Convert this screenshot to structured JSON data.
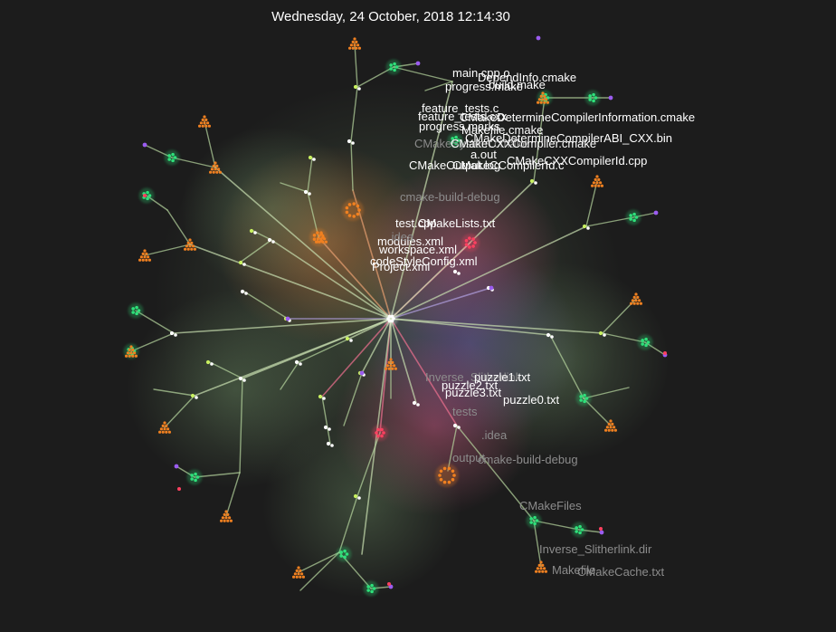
{
  "header": {
    "timestamp": "Wednesday, 24 October, 2018 12:14:30"
  },
  "colors": {
    "background": "#1c1c1c",
    "edge": "#b8d7a0",
    "node_green": "#2ee07a",
    "node_orange": "#f08020",
    "node_white": "#ffffff",
    "node_lime": "#c8f060",
    "node_purple": "#9b5cf0",
    "node_red": "#ff4060",
    "label_bright": "#ffffff",
    "label_dim": "#8c8c8c"
  },
  "labels": [
    "main.cpp.o",
    "DependInfo.cmake",
    "build.make",
    "progress.make",
    "feature_tests.c",
    "feature_tests.cxx",
    "CMakeDetermineCompilerInformation.cmake",
    "progress.marks",
    "Makefile.cmake",
    "CMakeDetermineCompilerABI_CXX.bin",
    "CMakeSystem.cmake",
    "CMakeCXXCompiler.cmake",
    "a.out",
    "CMakeCXXCompilerId.cpp",
    "CMakeCCompilerId.c",
    "CMakeOutput.log",
    "cmake-build-debug",
    "CMakeLists.txt",
    "test.cpp",
    "modules.xml",
    "workspace.xml",
    "codeStyleConfig.xml",
    "Project.xml",
    ".idea",
    "Inverse_Slitherlink",
    "puzzle1.txt",
    "puzzle2.txt",
    "puzzle3.txt",
    "puzzle0.txt",
    "tests",
    "output",
    "CMakeFiles",
    "Inverse_Slitherlink.dir",
    "CMakeCache.txt",
    "Makefile"
  ]
}
